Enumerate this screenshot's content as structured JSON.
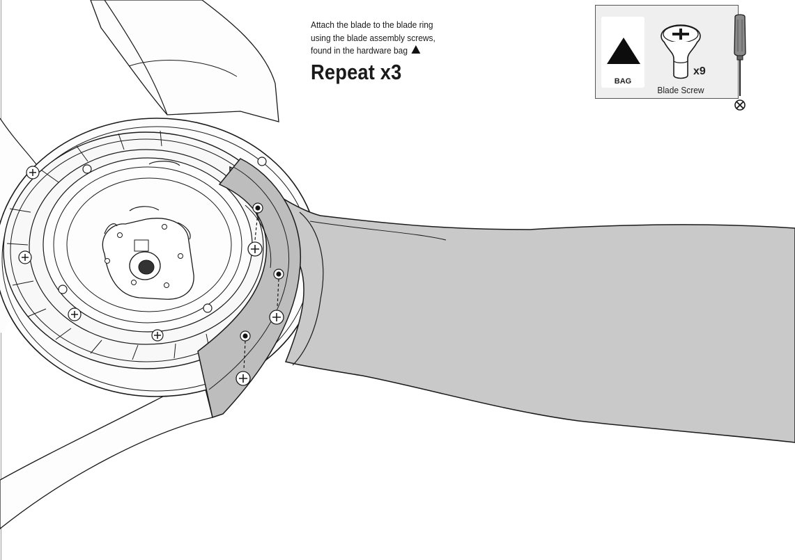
{
  "instruction": {
    "lines": [
      "Attach the blade to the blade ring",
      "using the blade assembly screws,",
      "found in the hardware bag"
    ],
    "repeat": "Repeat x3"
  },
  "hardware": {
    "bag_label": "BAG",
    "screw_name": "Blade Screw",
    "screw_quantity": "x9"
  },
  "colors": {
    "blade_fill": "#c9c9c9",
    "box_fill": "#efefef",
    "line": "#1a1a1a"
  },
  "icons": [
    "bag-triangle-icon",
    "phillips-screw-icon",
    "screwdriver-icon",
    "phillips-tip-icon",
    "triangle-marker-icon"
  ]
}
